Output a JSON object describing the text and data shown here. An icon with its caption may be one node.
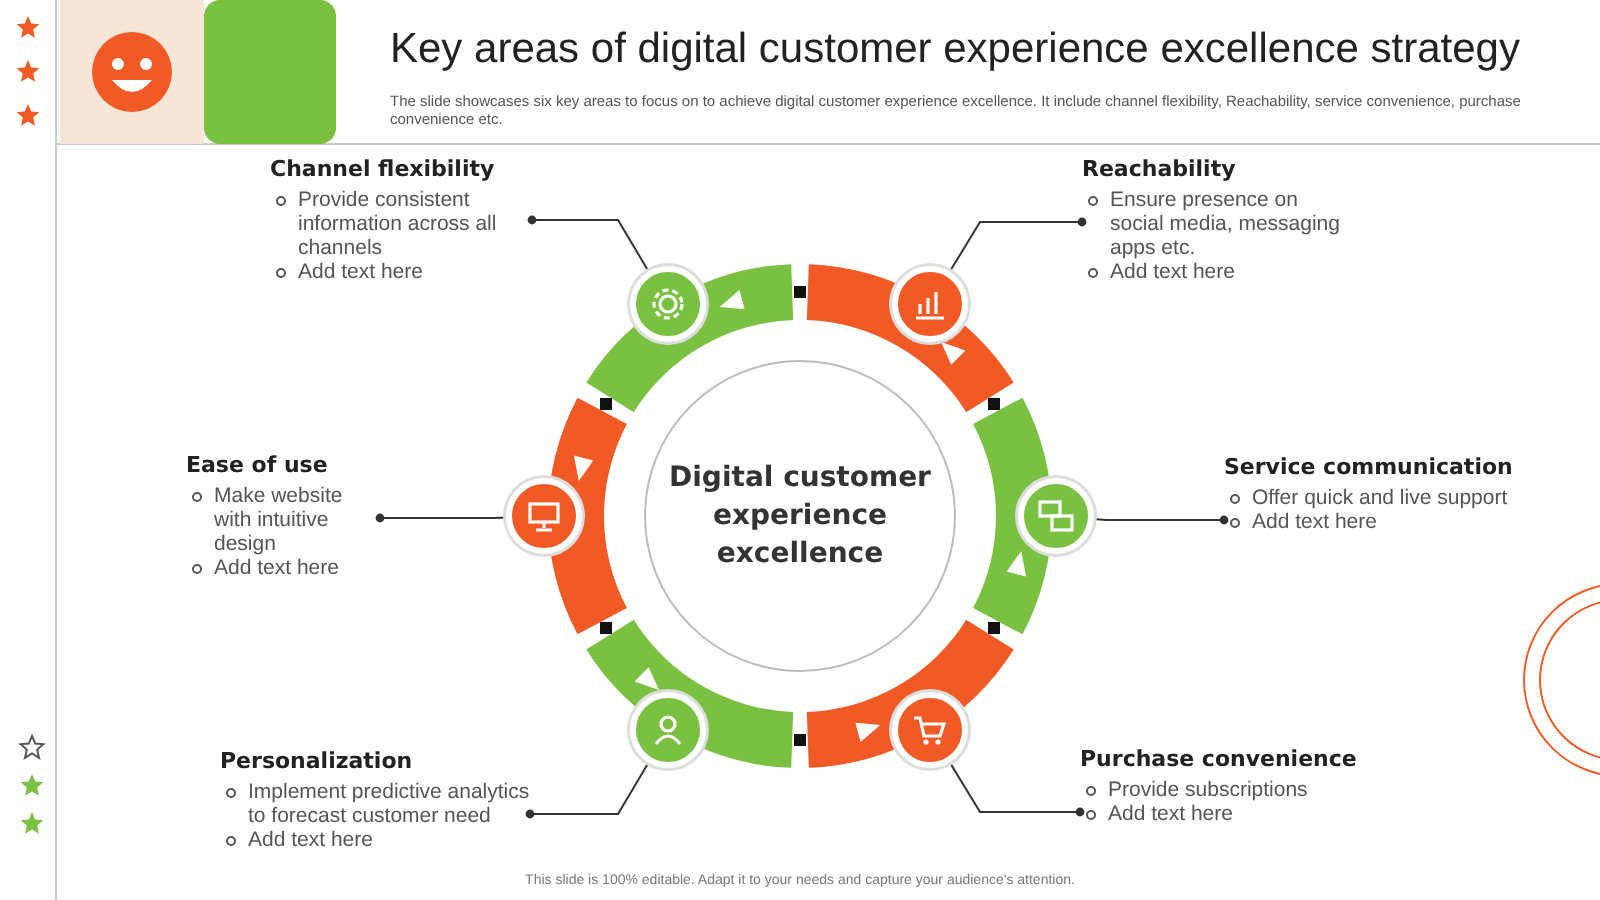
{
  "diagram": {
    "title": "Key areas of digital customer experience excellence strategy",
    "nodes": [
      {
        "text": [
          "Channel flexibility",
          "Provide consistent information across all channels",
          "Add text here"
        ]
      },
      {
        "text": [],
        "shape": "circle"
      },
      {
        "text": [
          "Reachability",
          "Ensure presence on social media, messaging apps etc.",
          "Add text here"
        ]
      },
      {
        "text": [],
        "shape": "circle"
      },
      {
        "text": [
          "Ease of use",
          "Make website with intuitive design",
          "Add text here"
        ]
      },
      {
        "text": [],
        "shape": "circle"
      },
      {
        "text": [
          "Digital customer experience excellence"
        ]
      },
      {
        "text": [],
        "shape": "circle"
      },
      {
        "text": [
          "Service communication",
          "Offer quick and live support",
          "Add text here"
        ]
      },
      {
        "text": [
          "Personalization",
          "Implement predictive analytics to forecast customer need",
          "Add text here"
        ]
      },
      {
        "text": [],
        "shape": "circle"
      },
      {
        "text": [],
        "shape": "circle"
      },
      {
        "text": [
          "Purchase convenience",
          "Provide subscriptions",
          "Add text here"
        ]
      }
    ],
    "edges": [
      {
        "from": 0,
        "to": 1,
        "arrow": "other"
      },
      {
        "from": 2,
        "to": 3,
        "arrow": "other"
      },
      {
        "from": 4,
        "to": 5,
        "arrow": "other"
      },
      {
        "from": 8,
        "to": 7,
        "arrow": "other"
      },
      {
        "from": 9,
        "to": 10,
        "arrow": "other"
      },
      {
        "from": 12,
        "to": 11,
        "arrow": "other"
      }
    ],
    "labels": [
      "The slide showcases six key areas to focus on to achieve digital customer experience excellence. It include channel flexibility, Reachability, service convenience, purchase convenience etc.",
      "This slide is 100% editable. Adapt it to your needs and capture your audience's attention."
    ]
  }
}
